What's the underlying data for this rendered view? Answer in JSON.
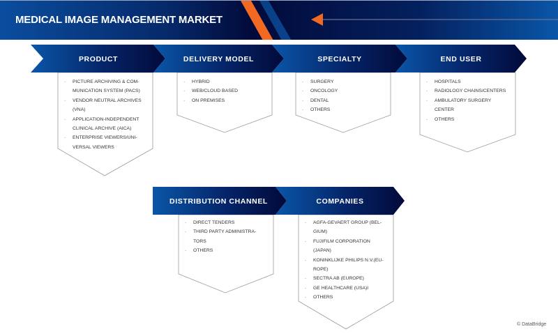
{
  "header": {
    "title": "MEDICAL IMAGE MANAGEMENT MARKET"
  },
  "colors": {
    "accent": "#f26a21",
    "navy": "#020a3a",
    "blue": "#0a56a8"
  },
  "segments": [
    {
      "label": "PRODUCT",
      "items": [
        "PICTURE ARCHIVING & COM-\nMUNICATION SYSTEM (PACS)",
        "VENDOR NEUTRAL ARCHIVES\n(VNA)",
        "APPLICATION-INDEPENDENT\nCLINICAL ARCHIVE (AICA)",
        "ENTERPRISE VIEWERS/UNI-\nVERSAL VIEWERS"
      ]
    },
    {
      "label": "DELIVERY MODEL",
      "items": [
        "HYBRID",
        "WEB/CLOUD BASED",
        "ON PREMISES"
      ]
    },
    {
      "label": "SPECIALTY",
      "items": [
        "SURGERY",
        "ONCOLOGY",
        "DENTAL",
        "OTHERS"
      ]
    },
    {
      "label": "END USER",
      "items": [
        "HOSPITALS",
        "RADIOLOGY CHAINS/CENTERS",
        "AMBULATORY SURGERY\nCENTER",
        "OTHERS"
      ]
    },
    {
      "label": "DISTRIBUTION CHANNEL",
      "items": [
        "DIRECT TENDERS",
        "THIRD PARTY ADMINISTRA-\nTORS",
        "OTHERS"
      ]
    },
    {
      "label": "COMPANIES",
      "items": [
        "AGFA-GEVAERT GROUP (BEL-\nGIUM)",
        "FUJIFILM CORPORATION\n(JAPAN)",
        "KONINKLIJKE PHILIPS N.V.(EU-\nROPE)",
        "SECTRA AB (EUROPE)",
        "GE HEALTHCARE (USA)I",
        "OTHERS"
      ]
    }
  ],
  "footer": {
    "copyright": "© DataBridge"
  }
}
